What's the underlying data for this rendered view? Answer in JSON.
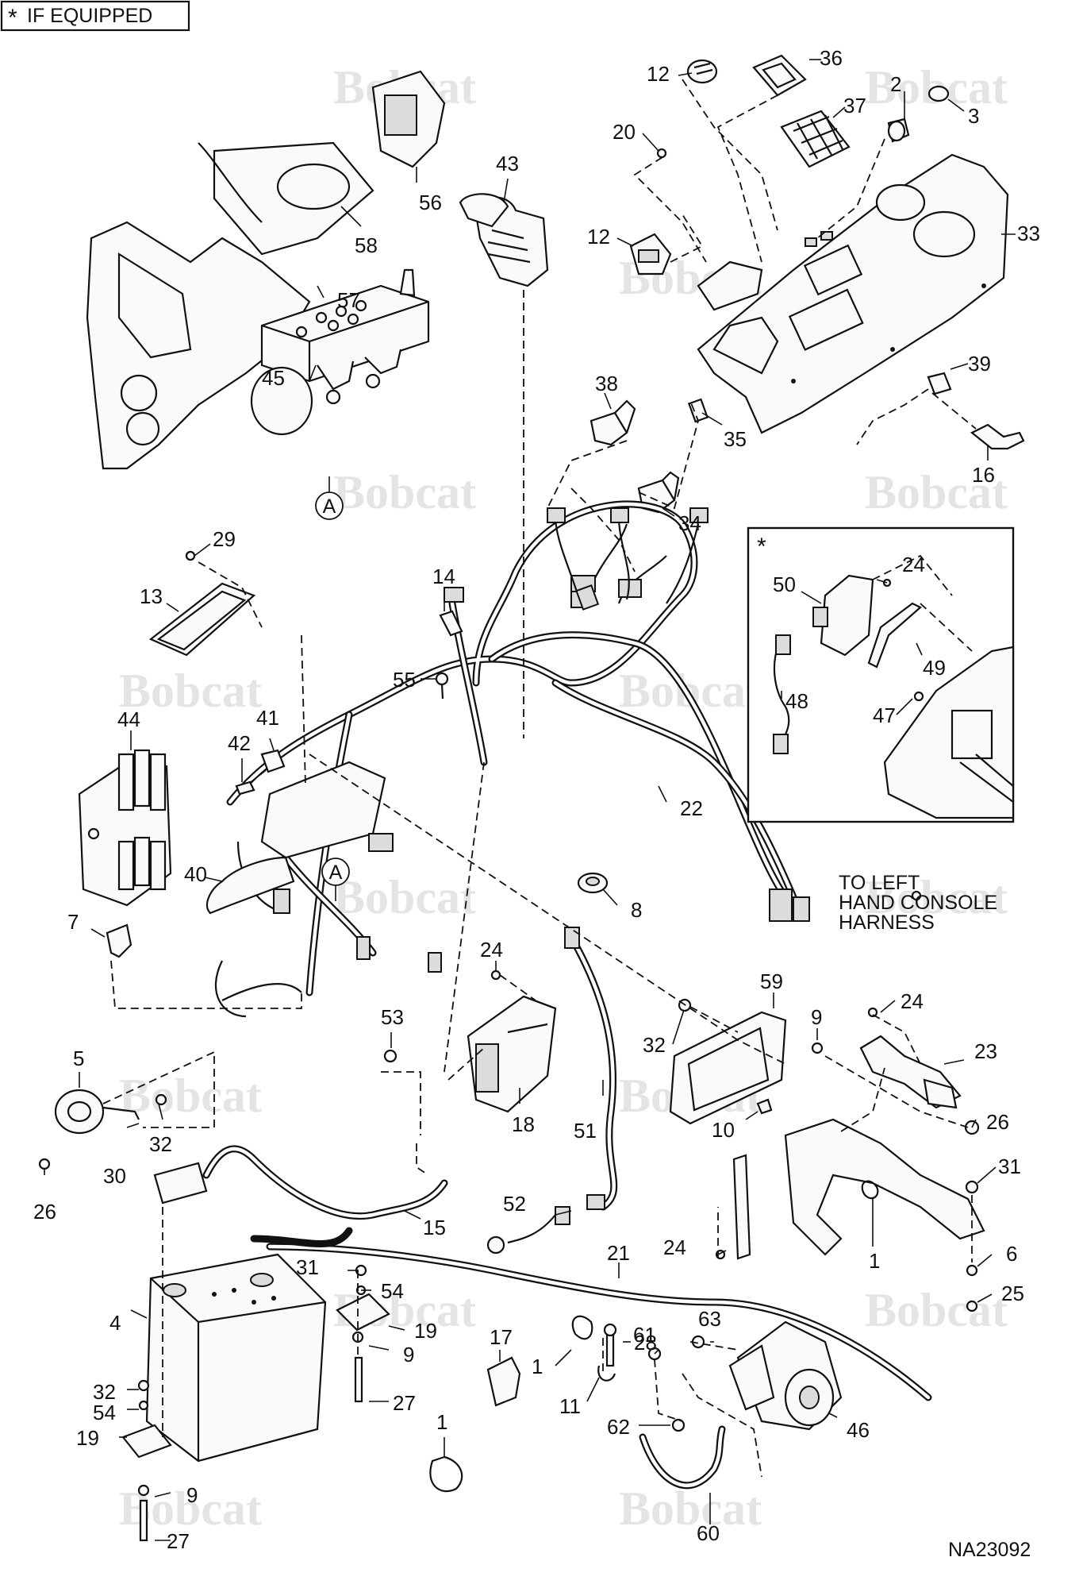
{
  "header": {
    "marker": "*",
    "text": "IF EQUIPPED"
  },
  "watermark": "Bobcat",
  "drawing_number": "NA23092",
  "inset": {
    "marker": "*"
  },
  "note": {
    "lines": [
      "TO LEFT",
      "HAND CONSOLE",
      "HARNESS"
    ]
  },
  "view_refs": [
    "A",
    "A"
  ],
  "callouts": [
    "12",
    "36",
    "2",
    "3",
    "37",
    "20",
    "43",
    "12",
    "33",
    "56",
    "58",
    "57",
    "45",
    "38",
    "39",
    "35",
    "16",
    "34",
    "29",
    "14",
    "13",
    "55",
    "44",
    "41",
    "42",
    "40",
    "22",
    "8",
    "7",
    "24",
    "24",
    "50",
    "49",
    "48",
    "47",
    "59",
    "9",
    "24",
    "23",
    "53",
    "5",
    "32",
    "18",
    "51",
    "10",
    "26",
    "32",
    "30",
    "26",
    "31",
    "15",
    "52",
    "21",
    "24",
    "1",
    "6",
    "25",
    "31",
    "54",
    "4",
    "19",
    "9",
    "27",
    "17",
    "28",
    "1",
    "63",
    "61",
    "11",
    "62",
    "46",
    "32",
    "54",
    "19",
    "9",
    "27",
    "1",
    "60"
  ]
}
